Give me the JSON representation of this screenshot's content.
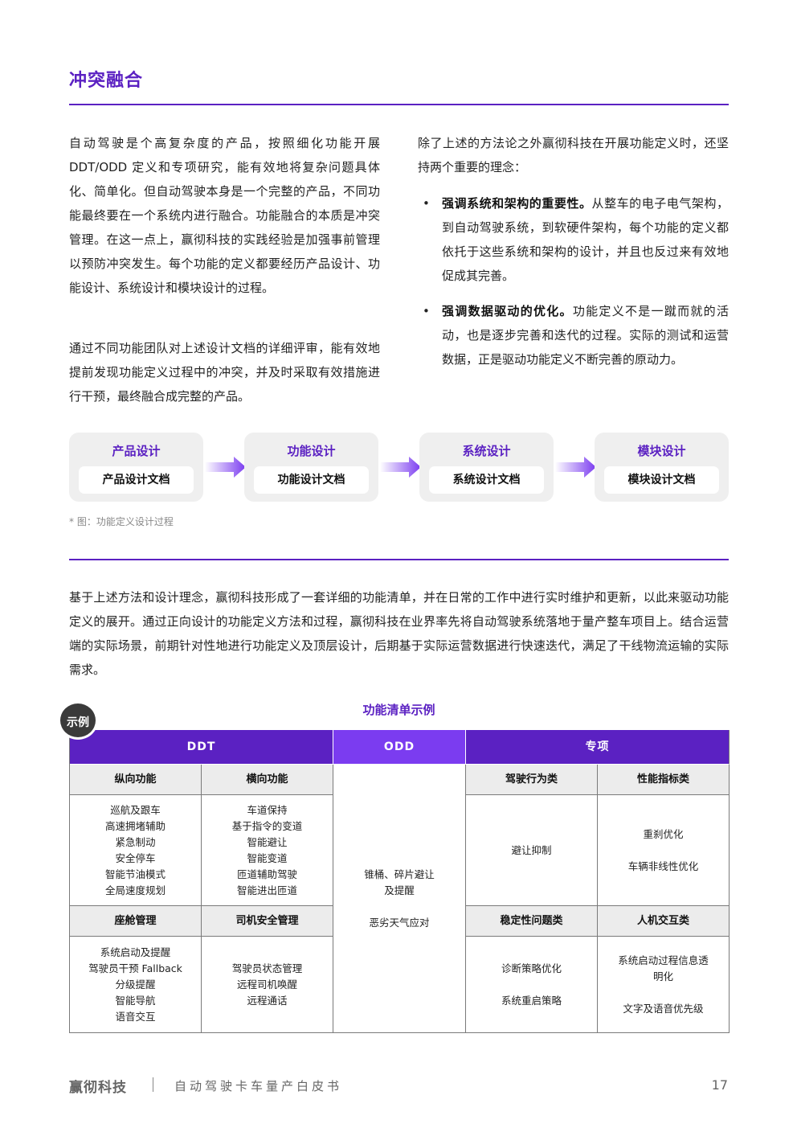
{
  "section_title": "冲突融合",
  "left_column": {
    "paragraph_1": "自动驾驶是个高复杂度的产品，按照细化功能开展 DDT/ODD 定义和专项研究，能有效地将复杂问题具体化、简单化。但自动驾驶本身是一个完整的产品，不同功能最终要在一个系统内进行融合。功能融合的本质是冲突管理。在这一点上，赢彻科技的实践经验是加强事前管理以预防冲突发生。每个功能的定义都要经历产品设计、功能设计、系统设计和模块设计的过程。",
    "paragraph_2": "通过不同功能团队对上述设计文档的详细评审，能有效地提前发现功能定义过程中的冲突，并及时采取有效措施进行干预，最终融合成完整的产品。"
  },
  "right_column": {
    "intro": "除了上述的方法论之外赢彻科技在开展功能定义时，还坚持两个重要的理念：",
    "bullets": [
      {
        "bold": "强调系统和架构的重要性。",
        "text": "从整车的电子电气架构，到自动驾驶系统，到软硬件架构，每个功能的定义都依托于这些系统和架构的设计，并且也反过来有效地促成其完善。"
      },
      {
        "bold": "强调数据驱动的优化。",
        "text": "功能定义不是一蹴而就的活动，也是逐步完善和迭代的过程。实际的测试和运营数据，正是驱动功能定义不断完善的原动力。"
      }
    ]
  },
  "process": {
    "stages": [
      {
        "title": "产品设计",
        "doc": "产品设计文档"
      },
      {
        "title": "功能设计",
        "doc": "功能设计文档"
      },
      {
        "title": "系统设计",
        "doc": "系统设计文档"
      },
      {
        "title": "模块设计",
        "doc": "模块设计文档"
      }
    ],
    "caption": "* 图：功能定义设计过程"
  },
  "summary_paragraph": "基于上述方法和设计理念，赢彻科技形成了一套详细的功能清单，并在日常的工作中进行实时维护和更新，以此来驱动功能定义的展开。通过正向设计的功能定义方法和过程，赢彻科技在业界率先将自动驾驶系统落地于量产整车项目上。结合运营端的实际场景，前期针对性地进行功能定义及顶层设计，后期基于实际运营数据进行快速迭代，满足了干线物流运输的实际需求。",
  "table": {
    "badge": "示例",
    "title": "功能清单示例",
    "headers": {
      "ddt": "DDT",
      "odd": "ODD",
      "special": "专项"
    },
    "ddt": {
      "longitudinal": {
        "label": "纵向功能",
        "items": [
          "巡航及跟车",
          "高速拥堵辅助",
          "紧急制动",
          "安全停车",
          "智能节油模式",
          "全局速度规划"
        ]
      },
      "lateral": {
        "label": "横向功能",
        "items": [
          "车道保持",
          "基于指令的变道",
          "智能避让",
          "智能变道",
          "匝道辅助驾驶",
          "智能进出匝道"
        ]
      },
      "cockpit": {
        "label": "座舱管理",
        "items": [
          "系统启动及提醒",
          "驾驶员干预 Fallback",
          "分级提醒",
          "智能导航",
          "语音交互"
        ]
      },
      "driver_safety": {
        "label": "司机安全管理",
        "items": [
          "驾驶员状态管理",
          "远程司机唤醒",
          "远程通话"
        ]
      }
    },
    "odd": {
      "items": [
        "锥桶、碎片避让",
        "及提醒",
        "恶劣天气应对"
      ]
    },
    "special": {
      "driving_behavior": {
        "label": "驾驶行为类",
        "items": [
          "避让抑制"
        ]
      },
      "performance": {
        "label": "性能指标类",
        "items": [
          "重刹优化",
          "车辆非线性优化"
        ]
      },
      "stability": {
        "label": "稳定性问题类",
        "items": [
          "诊断策略优化",
          "系统重启策略"
        ]
      },
      "hmi": {
        "label": "人机交互类",
        "items": [
          "系统启动过程信息透",
          "明化",
          "文字及语音优先级"
        ]
      }
    }
  },
  "footer": {
    "brand": "赢彻科技",
    "title": "自动驾驶卡车量产白皮书",
    "page": "17"
  }
}
